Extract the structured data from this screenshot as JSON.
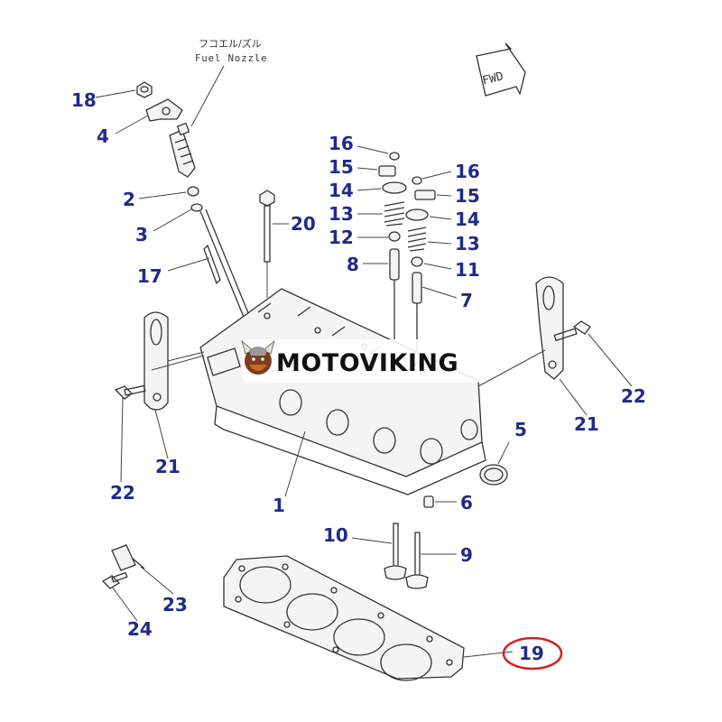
{
  "labels": {
    "fuel_nozzle_jp": "フコエル/ズル",
    "fuel_nozzle_en": "Fuel Nozzle",
    "fwd": "FWD"
  },
  "watermark": {
    "text": "MOTOVIKING"
  },
  "callouts": {
    "c18": "18",
    "c4": "4",
    "c2": "2",
    "c3": "3",
    "c17": "17",
    "c20": "20",
    "c16a": "16",
    "c15a": "15",
    "c14a": "14",
    "c13a": "13",
    "c12": "12",
    "c8": "8",
    "c16b": "16",
    "c15b": "15",
    "c14b": "14",
    "c13b": "13",
    "c11": "11",
    "c7": "7",
    "c22l": "22",
    "c21l": "21",
    "c1": "1",
    "c5": "5",
    "c6": "6",
    "c10": "10",
    "c9": "9",
    "c22r": "22",
    "c21r": "21",
    "c23": "23",
    "c24": "24",
    "c19": "19"
  },
  "colors": {
    "callout": "#1f2a8c",
    "highlight": "#d42020",
    "line": "#333333"
  },
  "highlighted_part": "19"
}
